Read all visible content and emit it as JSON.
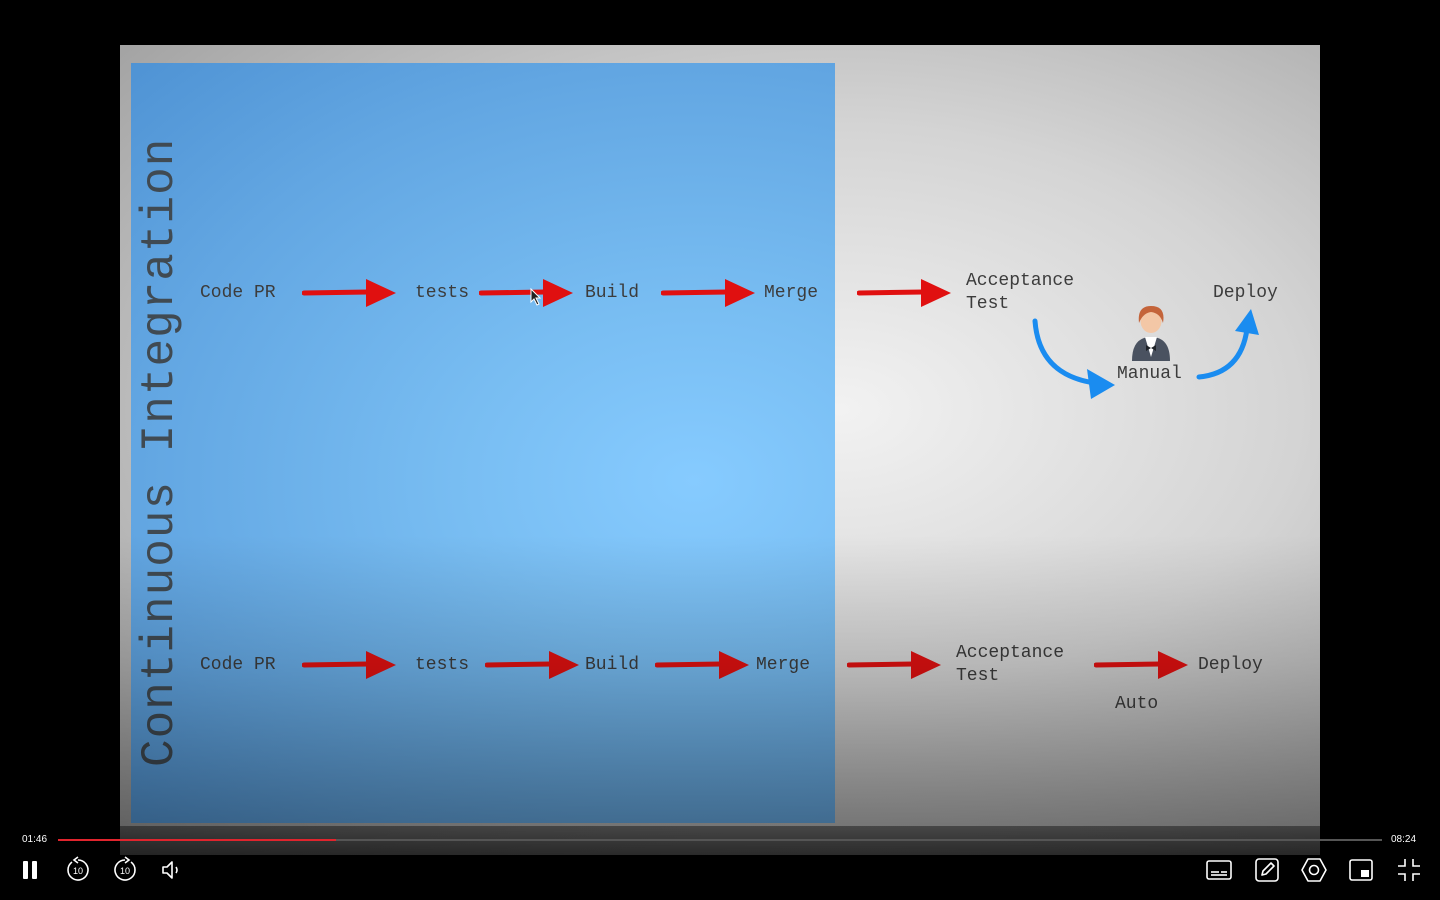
{
  "slide": {
    "title": "Continuous Integration",
    "row1": {
      "code_pr": "Code PR",
      "tests": "tests",
      "build": "Build",
      "merge": "Merge",
      "acceptance_line1": "Acceptance",
      "acceptance_line2": "Test",
      "deploy": "Deploy",
      "manual": "Manual"
    },
    "row2": {
      "code_pr": "Code PR",
      "tests": "tests",
      "build": "Build",
      "merge": "Merge",
      "acceptance_line1": "Acceptance",
      "acceptance_line2": "Test",
      "deploy": "Deploy",
      "auto": "Auto"
    },
    "colors": {
      "arrow_red": "#e01010",
      "arrow_blue": "#1a8cf0",
      "panel_blue": "#78bdf2"
    }
  },
  "player": {
    "current_time": "01:46",
    "duration": "08:24",
    "progress_fraction": 0.21,
    "icons": {
      "pause": "pause-icon",
      "rewind": "rewind-10-icon",
      "forward": "forward-10-icon",
      "volume": "volume-icon",
      "subtitles": "subtitles-icon",
      "notes": "edit-note-icon",
      "settings": "settings-icon",
      "pip": "picture-in-picture-icon",
      "fullscreen_exit": "exit-fullscreen-icon"
    },
    "rewind_label": "10",
    "forward_label": "10"
  }
}
